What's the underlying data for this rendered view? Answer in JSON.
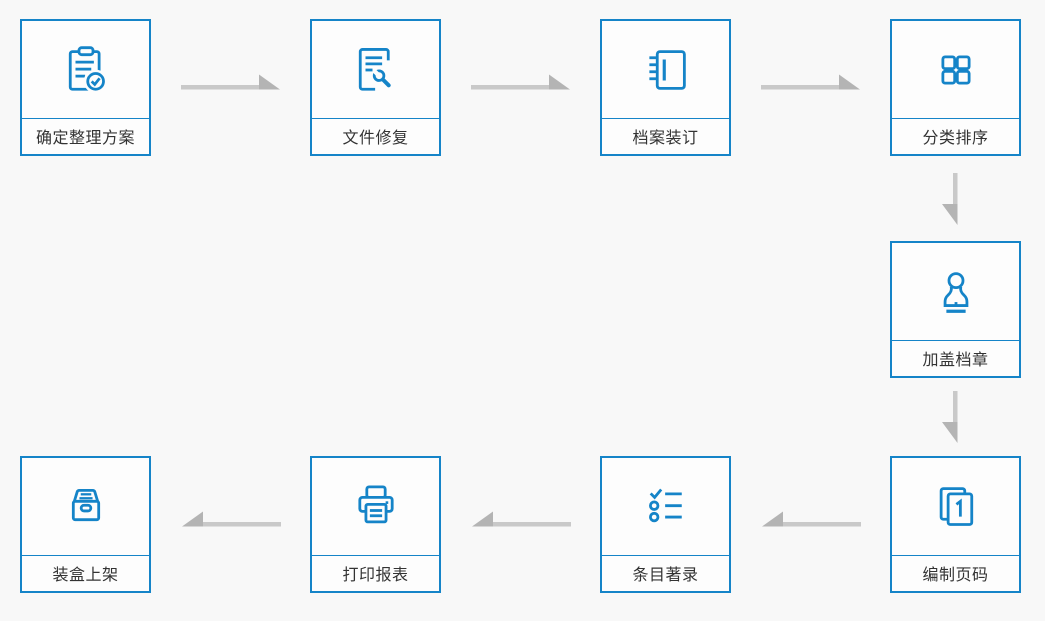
{
  "canvas": {
    "background": "#f8f8f8"
  },
  "colors": {
    "accent": "#1584c8",
    "box_background": "#fdfdfd",
    "label_text": "#333333",
    "arrow_line": "#c9c9c9",
    "arrow_head": "#b4b4b4"
  },
  "steps": [
    {
      "label": "确定整理方案",
      "icon": "clipboard-check-icon"
    },
    {
      "label": "文件修复",
      "icon": "document-wrench-icon"
    },
    {
      "label": "档案装订",
      "icon": "notebook-binding-icon"
    },
    {
      "label": "分类排序",
      "icon": "grid-squares-icon"
    },
    {
      "label": "加盖档章",
      "icon": "stamp-icon"
    },
    {
      "label": "编制页码",
      "icon": "page-number-icon"
    },
    {
      "label": "条目著录",
      "icon": "checklist-icon"
    },
    {
      "label": "打印报表",
      "icon": "printer-icon"
    },
    {
      "label": "装盒上架",
      "icon": "archive-box-icon"
    }
  ]
}
